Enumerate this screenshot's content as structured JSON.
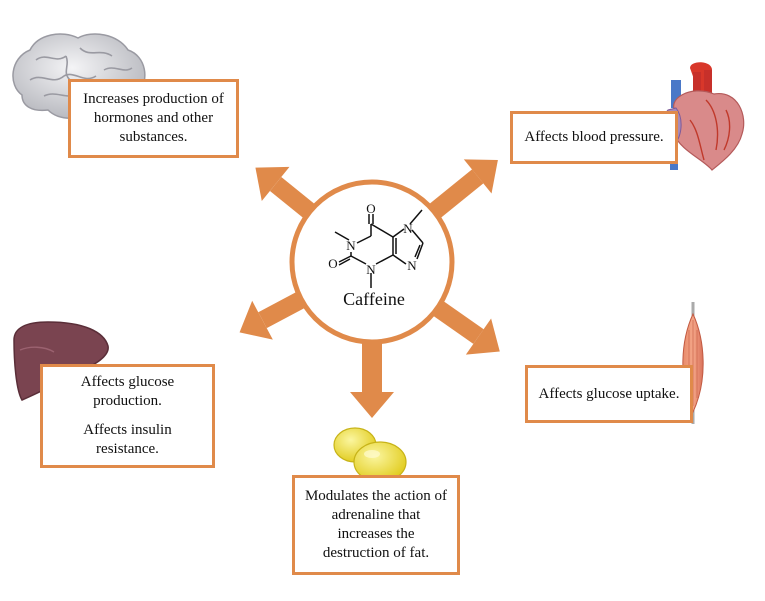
{
  "center": {
    "label": "Caffeine",
    "atoms": {
      "o_top": "O",
      "o_left": "O",
      "n1": "N",
      "n3": "N",
      "n7": "N",
      "n9": "N"
    }
  },
  "boxes": {
    "brain": {
      "lines": [
        "Increases production of hormones and other substances."
      ]
    },
    "heart": {
      "lines": [
        "Affects blood pressure."
      ]
    },
    "liver": {
      "lines": [
        "Affects glucose production.",
        "Affects insulin resistance."
      ]
    },
    "fat": {
      "lines": [
        "Modulates the action of adrenaline that increases the destruction of fat."
      ]
    },
    "muscle": {
      "lines": [
        "Affects glucose uptake."
      ]
    }
  },
  "icons": [
    "brain-icon",
    "heart-icon",
    "liver-icon",
    "fat-icon",
    "muscle-icon"
  ],
  "colors": {
    "accent": "#e08a4a",
    "liver": "#7a4450",
    "fat": "#f2e23a",
    "muscle": "#e08a6a"
  }
}
